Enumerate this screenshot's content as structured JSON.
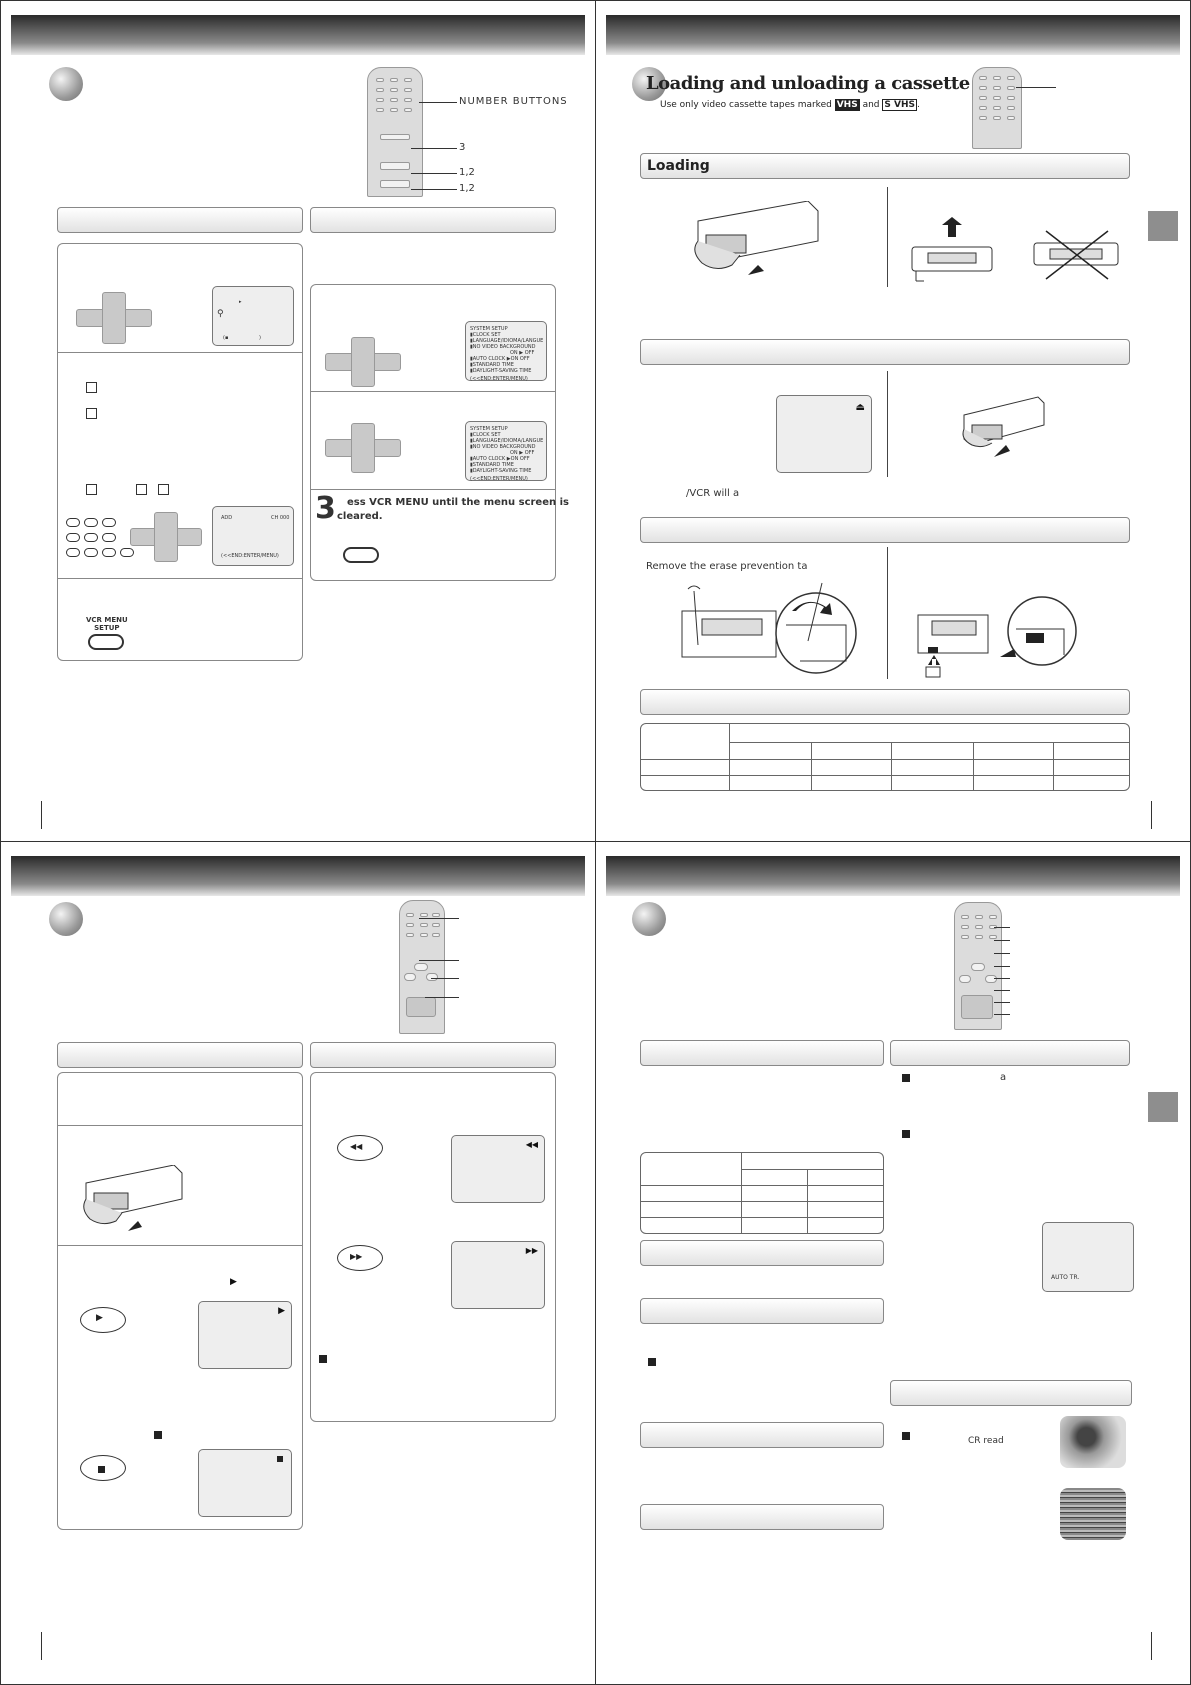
{
  "q_tl": {
    "callout_number_buttons": "NUMBER BUTTONS",
    "callout_3": "3",
    "callout_12_a": "1,2",
    "callout_12_b": "1,2",
    "osd_paren": "(▪",
    "osd_paren_close": ")",
    "osd2_left": "ADD",
    "osd2_right": "CH 000",
    "osd2_bottom": "(<<END:ENTER/MENU)",
    "btn_label": "VCR MENU\nSETUP"
  },
  "q_tl_right": {
    "system_setup_menu": [
      "SYSTEM SETUP",
      "▮CLOCK SET",
      "▮LANGUAGE/IDIOMA/LANGUE",
      "▮NO VIDEO BACKGROUND",
      "ON ▶ OFF",
      "▮AUTO CLOCK  ▶ON  OFF",
      "▮STANDARD TIME",
      "▮DAYLIGHT-SAVING TIME",
      "(<<END:ENTER/MENU)"
    ],
    "system_setup_menu2": [
      "SYSTEM SETUP",
      "▮CLOCK SET",
      "▮LANGUAGE/IDIOMA/LANGUE",
      "▮NO VIDEO BACKGROUND",
      "ON ▶ OFF",
      "▮AUTO CLOCK  ▶ON  OFF",
      "▮STANDARD TIME",
      "▮DAYLIGHT-SAVING TIME",
      "(<<END:ENTER/MENU)"
    ],
    "step_number": "3",
    "step_text_a": "ess VCR MENU until the menu screen is",
    "step_text_b": "cleared."
  },
  "q_tr": {
    "title": "Loading and unloading a cassette tape",
    "subtitle_pre": "Use only video cassette tapes marked",
    "logo_vhs": "VHS",
    "subtitle_and": "and",
    "logo_svhs": "S VHS",
    "subtitle_end": ".",
    "section_loading": "Loading",
    "unload_text": "/VCR will a",
    "erase_text": "Remove the erase prevention ta"
  },
  "q_br": {
    "osd_autotr": "AUTO TR.",
    "bullet_text_a": "a",
    "bullet_text_b": "CR read"
  }
}
